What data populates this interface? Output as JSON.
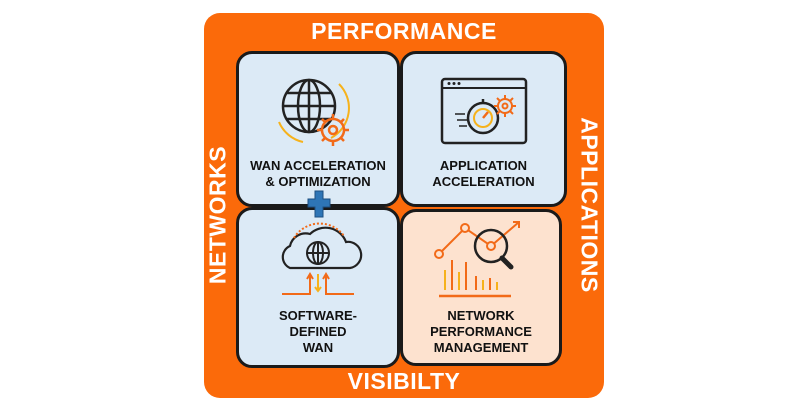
{
  "sides": {
    "top": "PERFORMANCE",
    "bottom": "VISIBILTY",
    "left": "NETWORKS",
    "right": "APPLICATIONS"
  },
  "cells": [
    {
      "label_lines": [
        "WAN ACCELERATION",
        "& OPTIMIZATION"
      ],
      "icon": "globe-gear-icon"
    },
    {
      "label_lines": [
        "APPLICATION",
        "ACCELERATION"
      ],
      "icon": "browser-stopwatch-icon"
    },
    {
      "label_lines": [
        "SOFTWARE-",
        "DEFINED",
        "WAN"
      ],
      "icon": "cloud-globe-icon"
    },
    {
      "label_lines": [
        "NETWORK",
        "PERFORMANCE",
        "MANAGEMENT"
      ],
      "icon": "chart-magnifier-icon"
    }
  ],
  "colors": {
    "orange": "#fb6a0a",
    "blue_cell": "#dceaf6",
    "peach_cell": "#fde2cf",
    "plus": "#2e75b6"
  }
}
